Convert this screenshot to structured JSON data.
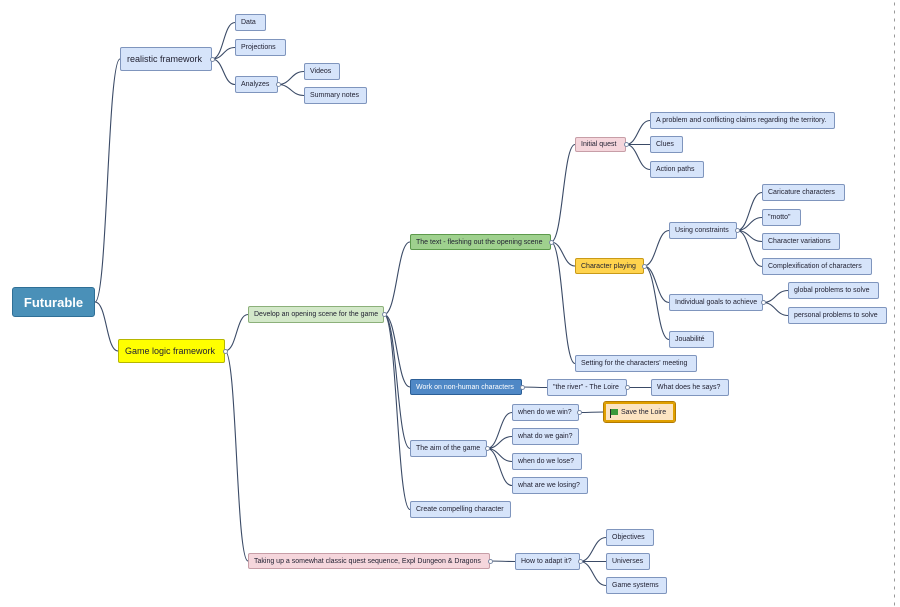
{
  "mindmap": {
    "root": "Futurable",
    "realistic": {
      "label": "realistic framework",
      "data": "Data",
      "projections": "Projections",
      "analyzes": "Analyzes",
      "videos": "Videos",
      "summary_notes": "Summary notes"
    },
    "game": {
      "label": "Game logic framework",
      "opening": "Develop an opening scene for the game",
      "text_scene": "The text - fleshing out the opening scene",
      "initial_quest": "Initial quest",
      "problem": "A problem and conflicting claims regarding the territory.",
      "clues": "Clues",
      "action_paths": "Action paths",
      "character_playing": "Character playing",
      "using_constraints": "Using constraints",
      "caricature": "Caricature characters",
      "motto": "\"motto\"",
      "variations": "Character variations",
      "complexification": "Complexification of characters",
      "individual_goals": "Individual goals to achieve",
      "global_problems": "global problems to solve",
      "personal_problems": "personal problems to solve",
      "jouabilite": "Jouabilité",
      "setting": "Setting for the characters' meeting",
      "non_human": "Work on non-human characters",
      "river": "\"the river\" - The Loire",
      "what_says": "What does he says?",
      "aim": "The aim of the game",
      "win": "when do we win?",
      "save_loire": "Save the Loire",
      "gain": "what do we gain?",
      "lose": "when do we lose?",
      "losing": "what are we losing?",
      "compelling": "Create compelling character",
      "quest_sequence": "Taking up a somewhat classic quest sequence, Expl Dungeon & Dragons",
      "adapt": "How to adapt it?",
      "objectives": "Objectives",
      "universes": "Universes",
      "game_systems": "Game systems"
    }
  },
  "colors": {
    "root": "#4a90b8",
    "default_node": "#d6e4fa",
    "game_logic": "#ffff00",
    "opening": "#d3e8c9",
    "text_scene": "#9fd18e",
    "initial_quest": "#f5d6dc",
    "character_playing": "#ffd34d",
    "non_human": "#4f88c6",
    "save_the_loire_border": "#e0a000",
    "edge": "#3a4a66"
  },
  "icons": {
    "save_loire": "green-flag-icon"
  }
}
